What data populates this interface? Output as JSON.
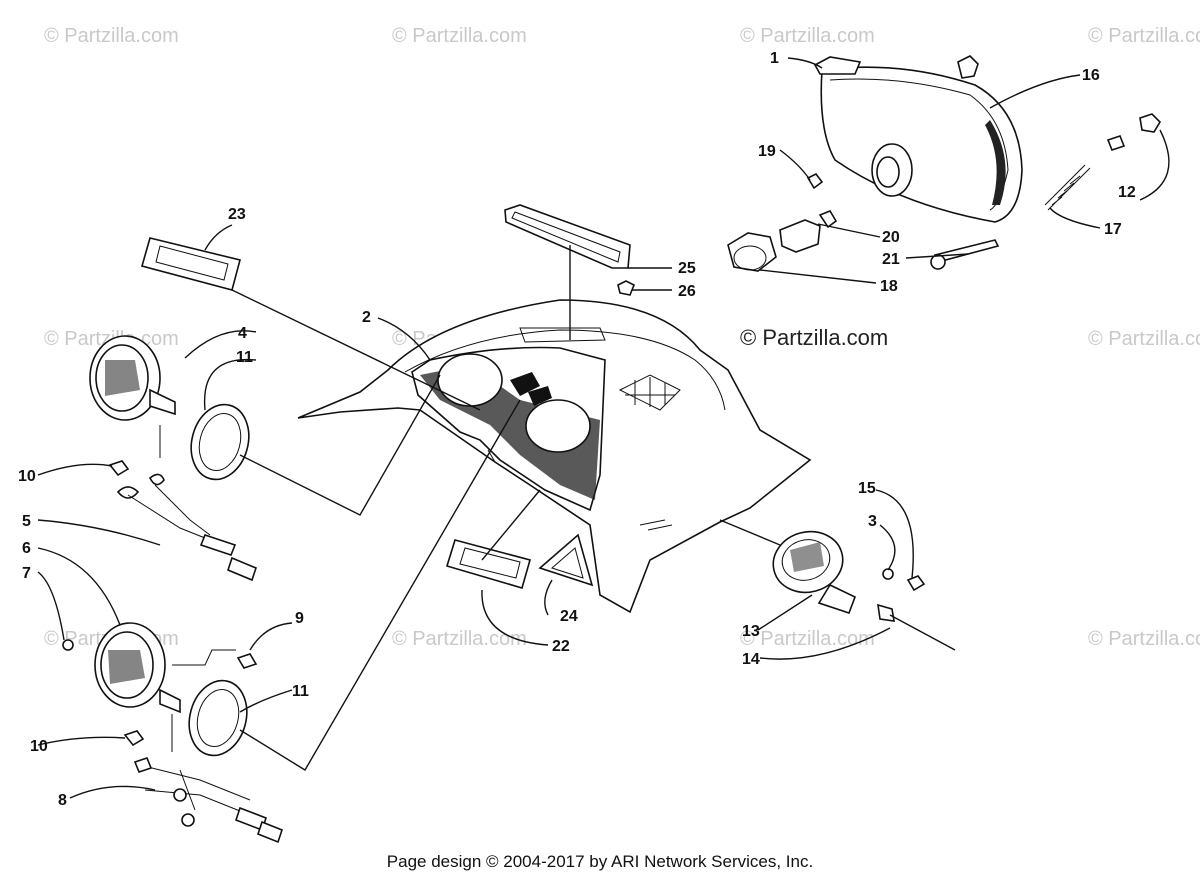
{
  "watermarks": {
    "text": "© Partzilla.com",
    "prominent": "© Partzilla.com"
  },
  "callouts": [
    "1",
    "2",
    "3",
    "4",
    "5",
    "6",
    "7",
    "8",
    "9",
    "10",
    "10",
    "11",
    "11",
    "12",
    "13",
    "14",
    "15",
    "16",
    "17",
    "18",
    "19",
    "20",
    "21",
    "22",
    "23",
    "24",
    "25",
    "26"
  ],
  "footer": "Page design © 2004-2017 by ARI Network Services, Inc."
}
